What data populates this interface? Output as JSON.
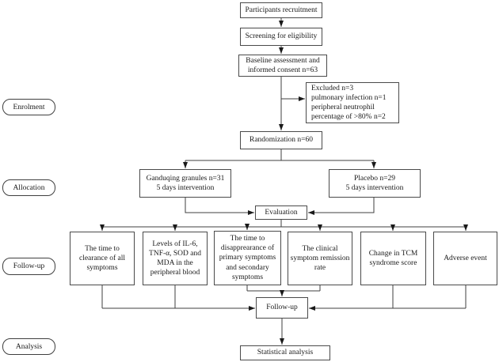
{
  "stages": [
    {
      "label": "Enrolment"
    },
    {
      "label": "Allocation"
    },
    {
      "label": "Follow-up"
    },
    {
      "label": "Analysis"
    }
  ],
  "nodes": {
    "participants": "Participants recruitment",
    "screening": "Screening for eligibility",
    "baseline": "Baseline assessment and\ninformed consent n=63",
    "excluded": "Excluded n=3\npulmonary infection n=1\nperipheral neutrophil\npercentage of >80% n=2",
    "randomization": "Randomization n=60",
    "treatment": "Ganduqing granules n=31\n5 days intervention",
    "placebo": "Placebo n=29\n5 days intervention",
    "evaluation": "Evaluation",
    "outcome1": "The time to\nclearance of all\nsymptoms",
    "outcome2": "Levels of IL-6,\nTNF-α, SOD and\nMDA in the\nperipheral blood",
    "outcome3": "The time to\ndisapprearance of\nprimary symptoms\nand secondary\nsymptoms",
    "outcome4": "The clinical\nsymptom remission\nrate",
    "outcome5": "Change in TCM\nsyndrome score",
    "outcome6": "Adverse event",
    "followup": "Follow-up",
    "statistics": "Statistical analysis"
  },
  "colors": {
    "line": "#3f3f3f",
    "box_border": "#4a4a4a",
    "text": "#1a1a1a",
    "background": "#ffffff"
  }
}
